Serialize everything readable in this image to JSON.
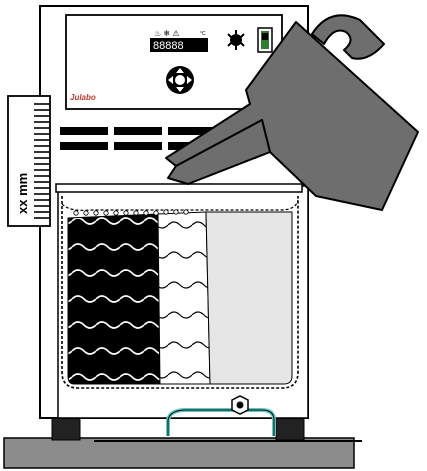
{
  "brand": {
    "name": "Julabo",
    "color": "#c0392b"
  },
  "display": {
    "readout": "88888",
    "status_symbols": "♨ ❄ ⚠",
    "unit": "°C"
  },
  "scale": {
    "label": "xx mm"
  },
  "colors": {
    "outline": "#000000",
    "body": "#ffffff",
    "pitcher": "#6e6e6e",
    "liquid_light": "#e6e6e6",
    "base_plate": "#8c8c8c",
    "handle": "#5fc9c4"
  },
  "icons": [
    "pump-fan-icon",
    "power-switch-icon",
    "nav-pad-icon",
    "drain-valve-icon"
  ]
}
